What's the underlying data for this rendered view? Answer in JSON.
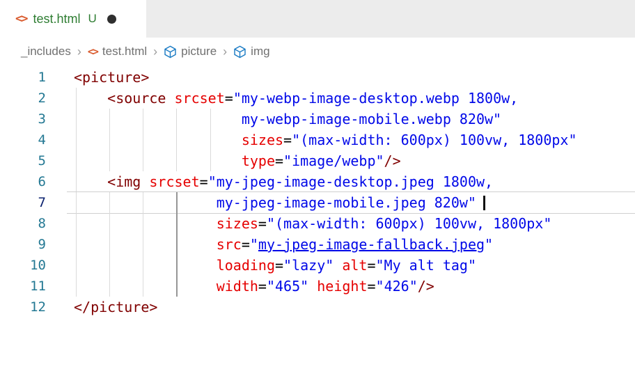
{
  "tab": {
    "file_name": "test.html",
    "git_status": "U",
    "icon_glyph": "<>",
    "modified_dot_color": "#2f2f2f",
    "file_name_color": "#2e7d32"
  },
  "breadcrumbs": {
    "separator": "›",
    "items": [
      {
        "label": "_includes",
        "icon": "none"
      },
      {
        "label": "test.html",
        "icon": "html-file-icon"
      },
      {
        "label": "picture",
        "icon": "symbol-box-icon"
      },
      {
        "label": "img",
        "icon": "symbol-box-icon"
      }
    ]
  },
  "editor": {
    "colors": {
      "tag": "#800000",
      "attribute": "#e50000",
      "string": "#0008e8",
      "line_number": "#237893",
      "active_line_number": "#0b216f",
      "indent_guide": "#dadada",
      "active_indent_guide": "#969696"
    },
    "lines": [
      {
        "num": "1",
        "guides": [],
        "active_guide": null,
        "current": false,
        "segments": [
          [
            "tag",
            "<picture>"
          ]
        ]
      },
      {
        "num": "2",
        "guides": [
          0
        ],
        "active_guide": null,
        "current": false,
        "segments": [
          [
            "plain",
            "    "
          ],
          [
            "tag",
            "<source"
          ],
          [
            "plain",
            " "
          ],
          [
            "attr",
            "srcset"
          ],
          [
            "eq",
            "="
          ],
          [
            "str",
            "\"my-webp-image-desktop.webp 1800w,"
          ]
        ]
      },
      {
        "num": "3",
        "guides": [
          0,
          4,
          8,
          12,
          16
        ],
        "active_guide": null,
        "current": false,
        "segments": [
          [
            "plain",
            "                    "
          ],
          [
            "str",
            "my-webp-image-mobile.webp 820w\""
          ]
        ]
      },
      {
        "num": "4",
        "guides": [
          0,
          4,
          8,
          12,
          16
        ],
        "active_guide": null,
        "current": false,
        "segments": [
          [
            "plain",
            "                    "
          ],
          [
            "attr",
            "sizes"
          ],
          [
            "eq",
            "="
          ],
          [
            "str",
            "\"(max-width: 600px) 100vw, 1800px\""
          ]
        ]
      },
      {
        "num": "5",
        "guides": [
          0,
          4,
          8,
          12,
          16
        ],
        "active_guide": null,
        "current": false,
        "segments": [
          [
            "plain",
            "                    "
          ],
          [
            "attr",
            "type"
          ],
          [
            "eq",
            "="
          ],
          [
            "str",
            "\"image/webp\""
          ],
          [
            "tag",
            "/>"
          ]
        ]
      },
      {
        "num": "6",
        "guides": [
          0
        ],
        "active_guide": null,
        "current": false,
        "segments": [
          [
            "plain",
            "    "
          ],
          [
            "tag",
            "<img"
          ],
          [
            "plain",
            " "
          ],
          [
            "attr",
            "srcset"
          ],
          [
            "eq",
            "="
          ],
          [
            "str",
            "\"my-jpeg-image-desktop.jpeg 1800w,"
          ]
        ]
      },
      {
        "num": "7",
        "guides": [
          0,
          4,
          8
        ],
        "active_guide": 12,
        "current": true,
        "segments": [
          [
            "plain",
            "                 "
          ],
          [
            "str",
            "my-jpeg-image-mobile.jpeg 820w\""
          ]
        ]
      },
      {
        "num": "8",
        "guides": [
          0,
          4,
          8
        ],
        "active_guide": 12,
        "current": false,
        "segments": [
          [
            "plain",
            "                 "
          ],
          [
            "attr",
            "sizes"
          ],
          [
            "eq",
            "="
          ],
          [
            "str",
            "\"(max-width: 600px) 100vw, 1800px\""
          ]
        ]
      },
      {
        "num": "9",
        "guides": [
          0,
          4,
          8
        ],
        "active_guide": 12,
        "current": false,
        "segments": [
          [
            "plain",
            "                 "
          ],
          [
            "attr",
            "src"
          ],
          [
            "eq",
            "="
          ],
          [
            "str",
            "\""
          ],
          [
            "lnk",
            "my-jpeg-image-fallback.jpeg"
          ],
          [
            "str",
            "\""
          ]
        ]
      },
      {
        "num": "10",
        "guides": [
          0,
          4,
          8
        ],
        "active_guide": 12,
        "current": false,
        "segments": [
          [
            "plain",
            "                 "
          ],
          [
            "attr",
            "loading"
          ],
          [
            "eq",
            "="
          ],
          [
            "str",
            "\"lazy\""
          ],
          [
            "plain",
            " "
          ],
          [
            "attr",
            "alt"
          ],
          [
            "eq",
            "="
          ],
          [
            "str",
            "\"My alt tag\""
          ]
        ]
      },
      {
        "num": "11",
        "guides": [
          0,
          4,
          8
        ],
        "active_guide": 12,
        "current": false,
        "segments": [
          [
            "plain",
            "                 "
          ],
          [
            "attr",
            "width"
          ],
          [
            "eq",
            "="
          ],
          [
            "str",
            "\"465\""
          ],
          [
            "plain",
            " "
          ],
          [
            "attr",
            "height"
          ],
          [
            "eq",
            "="
          ],
          [
            "str",
            "\"426\""
          ],
          [
            "tag",
            "/>"
          ]
        ]
      },
      {
        "num": "12",
        "guides": [],
        "active_guide": null,
        "current": false,
        "segments": [
          [
            "tag",
            "</picture>"
          ]
        ]
      }
    ]
  }
}
